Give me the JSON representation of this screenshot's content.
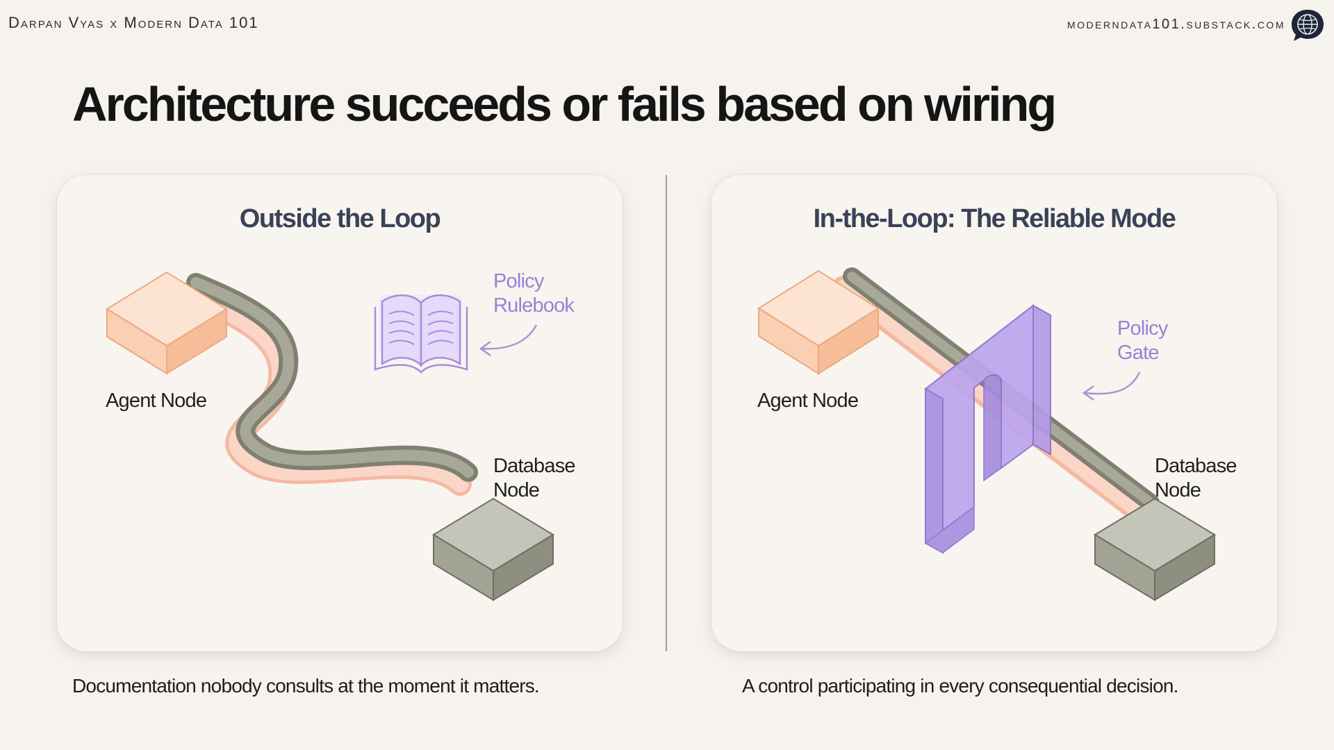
{
  "header": {
    "left_text": "Darpan Vyas x Modern Data 101",
    "right_text": "moderndata101.substack.com",
    "logo_icon": "globe-chat-icon"
  },
  "title": "Architecture succeeds or fails based on wiring",
  "panels": {
    "left": {
      "title": "Outside the Loop",
      "agent_label": "Agent Node",
      "database_label_line1": "Database",
      "database_label_line2": "Node",
      "policy_label_line1": "Policy",
      "policy_label_line2": "Rulebook",
      "policy_icon": "open-book-icon",
      "caption": "Documentation nobody consults at the moment it matters."
    },
    "right": {
      "title": "In-the-Loop: The Reliable Mode",
      "agent_label": "Agent Node",
      "database_label_line1": "Database",
      "database_label_line2": "Node",
      "policy_label_line1": "Policy",
      "policy_label_line2": "Gate",
      "policy_icon": "gate-arch-icon",
      "caption": "A control participating in every consequential decision."
    }
  },
  "colors": {
    "agent_node": "#fbd3b8",
    "database_node": "#a9aa9c",
    "policy_purple": "#b69ce6",
    "cable_salmon": "#f7c2ad",
    "cable_gray": "#9c9d8e"
  }
}
